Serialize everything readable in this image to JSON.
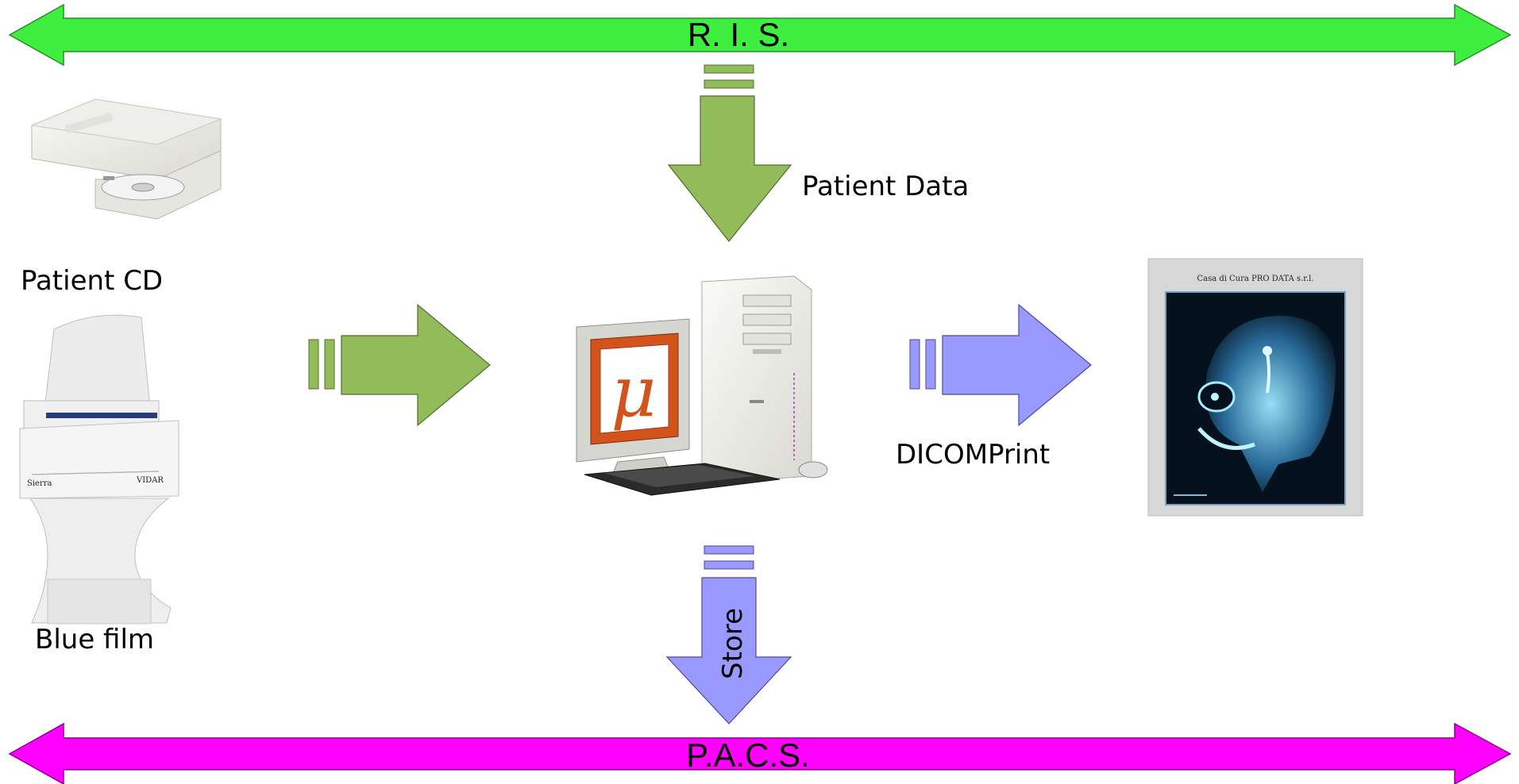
{
  "buses": {
    "ris": {
      "label": "R. I. S.",
      "color": "#3fef3f"
    },
    "pacs": {
      "label": "P.A.C.S.",
      "color": "#ff00ff"
    }
  },
  "inputs": {
    "cd_label": "Patient CD",
    "film_label": "Blue film"
  },
  "flows": {
    "patient_data": "Patient Data",
    "dicom_print": "DICOMPrint",
    "store": "Store"
  },
  "print_header": "Casa di Cura PRO DATA s.r.l.",
  "workstation_logo": "μ",
  "colors": {
    "green_arrow": "#92bb5a",
    "blue_arrow": "#9999ff",
    "logo_orange": "#d2541c"
  },
  "icons": [
    "cd-drive-icon",
    "film-scanner-icon",
    "workstation-icon",
    "xray-print-icon"
  ]
}
